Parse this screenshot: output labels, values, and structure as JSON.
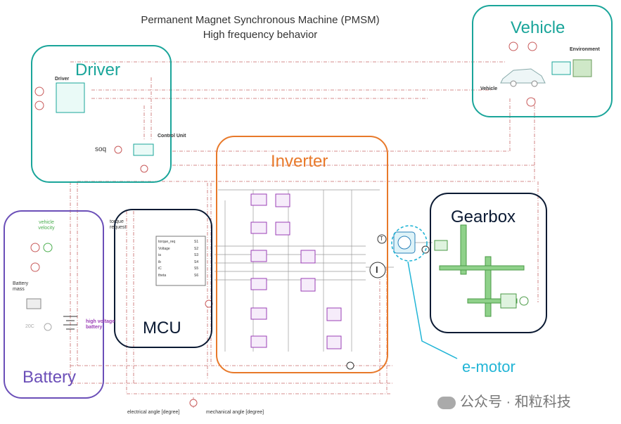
{
  "title": {
    "line1": "Permanent Magnet Synchronous Machine (PMSM)",
    "line2": "High frequency behavior"
  },
  "blocks": {
    "driver": {
      "label": "Driver",
      "color": "#1aa59a"
    },
    "vehicle": {
      "label": "Vehicle",
      "color": "#1aa59a"
    },
    "inverter": {
      "label": "Inverter",
      "color": "#e8792a"
    },
    "gearbox": {
      "label": "Gearbox",
      "color": "#0b1a33"
    },
    "mcu": {
      "label": "MCU",
      "color": "#0b1a33"
    },
    "battery": {
      "label": "Battery",
      "color": "#6b4fb8"
    },
    "emotor": {
      "label": "e-motor",
      "color": "#22b5d6"
    }
  },
  "labels": {
    "driver_small": "Driver",
    "control_unit": "Control Unit",
    "soc": "soq",
    "environment": "Environment",
    "vehicle_small": "Vehicle",
    "torque_request": "torque request",
    "vehicle_velocity": "vehicle velocity",
    "battery_mass": "Battery mass",
    "temp_20c": "20C",
    "high_voltage_battery": "high voltage battery",
    "electrical_angle": "electrical angle [degree]",
    "mechanical_angle": "mechanical angle [degree]",
    "motor_t": "T",
    "current_symbol": "I"
  },
  "mcu_ports": {
    "inputs": [
      "torque_req",
      "Voltage",
      "ia",
      "ib",
      "iC",
      "theta"
    ],
    "outputs": [
      "S1",
      "S2",
      "S3",
      "S4",
      "S5",
      "S6"
    ]
  },
  "watermark": "公众号 · 和粒科技"
}
